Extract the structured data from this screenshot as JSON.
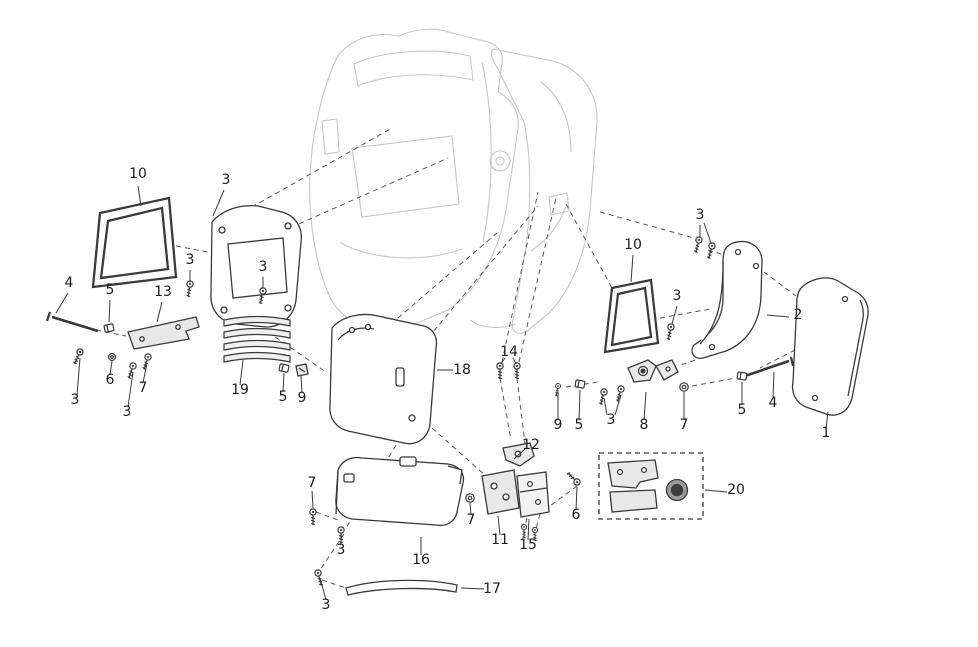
{
  "diagram": {
    "colors": {
      "part_line": "#3a3a3a",
      "ghost_line": "#c7c7c7",
      "dash_line": "#5a5a5a",
      "label_text": "#1c1c1c",
      "background": "#ffffff"
    },
    "callouts": [
      {
        "label": "10"
      },
      {
        "label": "3"
      },
      {
        "label": "4"
      },
      {
        "label": "5"
      },
      {
        "label": "13"
      },
      {
        "label": "3"
      },
      {
        "label": "3"
      },
      {
        "label": "3"
      },
      {
        "label": "6"
      },
      {
        "label": "7"
      },
      {
        "label": "3"
      },
      {
        "label": "19"
      },
      {
        "label": "5"
      },
      {
        "label": "9"
      },
      {
        "label": "18"
      },
      {
        "label": "14"
      },
      {
        "label": "10"
      },
      {
        "label": "3"
      },
      {
        "label": "3"
      },
      {
        "label": "2"
      },
      {
        "label": "9"
      },
      {
        "label": "5"
      },
      {
        "label": "3"
      },
      {
        "label": "8"
      },
      {
        "label": "7"
      },
      {
        "label": "5"
      },
      {
        "label": "4"
      },
      {
        "label": "1"
      },
      {
        "label": "12"
      },
      {
        "label": "7"
      },
      {
        "label": "7"
      },
      {
        "label": "11"
      },
      {
        "label": "15"
      },
      {
        "label": "6"
      },
      {
        "label": "20"
      },
      {
        "label": "3"
      },
      {
        "label": "16"
      },
      {
        "label": "3"
      },
      {
        "label": "17"
      }
    ]
  }
}
